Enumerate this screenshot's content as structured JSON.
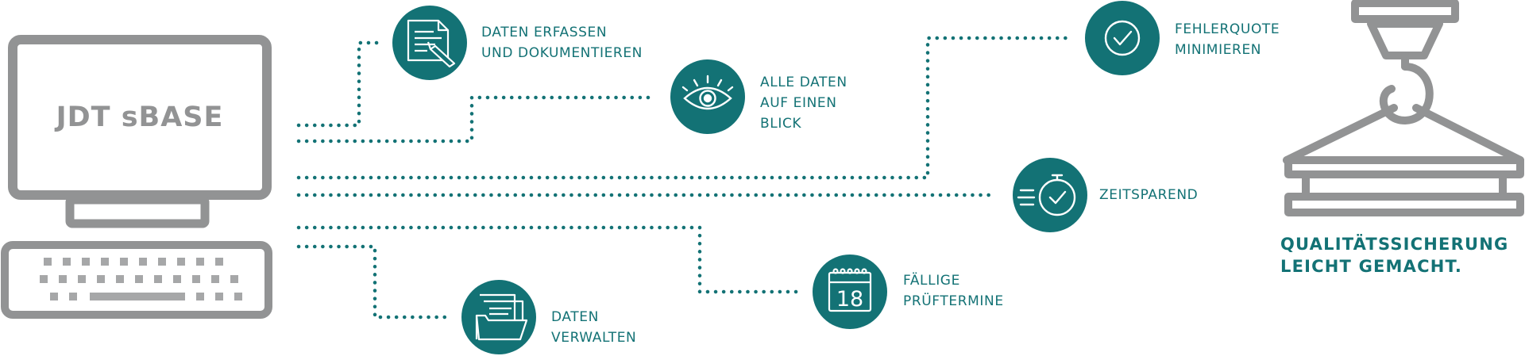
{
  "colors": {
    "teal": "#137275",
    "gray": "#929394",
    "white": "#ffffff"
  },
  "computer": {
    "screen_label": "JDT sBASE"
  },
  "features": [
    {
      "id": "daten-erfassen",
      "label": "DATEN ERFASSEN\nUND DOKUMENTIEREN",
      "icon": "document-pen-icon"
    },
    {
      "id": "alle-daten",
      "label": "ALLE DATEN\nAUF EINEN\nBLICK",
      "icon": "eye-icon"
    },
    {
      "id": "fehlerquote",
      "label": "FEHLERQUOTE\nMINIMIEREN",
      "icon": "checkmark-icon"
    },
    {
      "id": "zeitsparend",
      "label": "ZEITSPAREND",
      "icon": "stopwatch-icon"
    },
    {
      "id": "pruftermine",
      "label": "FÄLLIGE\nPRÜFTERMINE",
      "icon": "calendar-icon",
      "calendar_day": "18"
    },
    {
      "id": "daten-verwalten",
      "label": "DATEN\nVERWALTEN",
      "icon": "folder-documents-icon"
    }
  ],
  "tagline": "QUALITÄTSSICHERUNG\nLEICHT GEMACHT.",
  "crane_icon": "crane-hook-icon"
}
